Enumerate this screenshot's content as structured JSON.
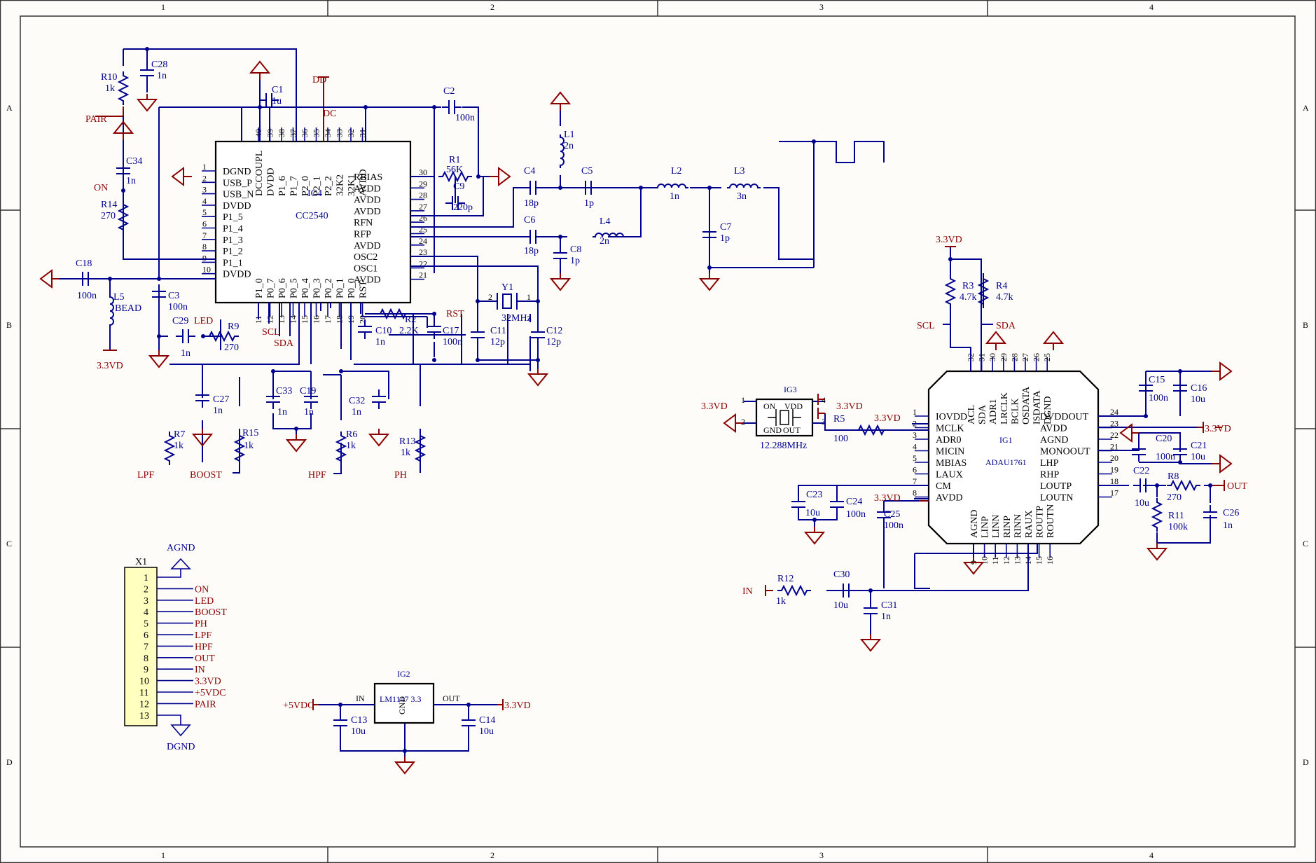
{
  "frame": {
    "columns": [
      "1",
      "2",
      "3",
      "4"
    ],
    "rows": [
      "A",
      "B",
      "C",
      "D"
    ]
  },
  "ic4": {
    "ref": "IC4",
    "part": "CC2540",
    "left_pins": [
      {
        "num": "1",
        "name": "DGND"
      },
      {
        "num": "2",
        "name": "USB_P"
      },
      {
        "num": "3",
        "name": "USB_N"
      },
      {
        "num": "4",
        "name": "DVDD"
      },
      {
        "num": "5",
        "name": "P1_5"
      },
      {
        "num": "6",
        "name": "P1_4"
      },
      {
        "num": "7",
        "name": "P1_3"
      },
      {
        "num": "8",
        "name": "P1_2"
      },
      {
        "num": "9",
        "name": "P1_1"
      },
      {
        "num": "10",
        "name": "DVDD"
      }
    ],
    "right_pins": [
      {
        "num": "30",
        "name": "RBIAS"
      },
      {
        "num": "29",
        "name": "AVDD"
      },
      {
        "num": "28",
        "name": "AVDD"
      },
      {
        "num": "27",
        "name": "AVDD"
      },
      {
        "num": "26",
        "name": "RFN"
      },
      {
        "num": "25",
        "name": "RFP"
      },
      {
        "num": "24",
        "name": "AVDD"
      },
      {
        "num": "23",
        "name": "OSC2"
      },
      {
        "num": "22",
        "name": "OSC1"
      },
      {
        "num": "21",
        "name": "AVDD"
      }
    ],
    "top_pins": [
      {
        "num": "40",
        "name": "DCCOUPL"
      },
      {
        "num": "39",
        "name": "DVDD"
      },
      {
        "num": "38",
        "name": "P1_6"
      },
      {
        "num": "37",
        "name": "P1_7"
      },
      {
        "num": "36",
        "name": "P2_0"
      },
      {
        "num": "35",
        "name": "P2_1"
      },
      {
        "num": "34",
        "name": "P2_2"
      },
      {
        "num": "33",
        "name": "32K2"
      },
      {
        "num": "32",
        "name": "32K1"
      },
      {
        "num": "31",
        "name": "AVDD"
      }
    ],
    "bottom_pins": [
      {
        "num": "11",
        "name": "P1_0"
      },
      {
        "num": "12",
        "name": "P0_7"
      },
      {
        "num": "13",
        "name": "P0_6"
      },
      {
        "num": "14",
        "name": "P0_5"
      },
      {
        "num": "15",
        "name": "P0_4"
      },
      {
        "num": "16",
        "name": "P0_3"
      },
      {
        "num": "17",
        "name": "P0_2"
      },
      {
        "num": "18",
        "name": "P0_1"
      },
      {
        "num": "19",
        "name": "P0_0"
      },
      {
        "num": "20",
        "name": "RST"
      }
    ]
  },
  "ic1": {
    "ref": "IG1",
    "part": "ADAU1761",
    "left_pins": [
      {
        "num": "1",
        "name": "IOVDD"
      },
      {
        "num": "2",
        "name": "MCLK"
      },
      {
        "num": "3",
        "name": "ADR0"
      },
      {
        "num": "4",
        "name": "MICIN"
      },
      {
        "num": "5",
        "name": "MBIAS"
      },
      {
        "num": "6",
        "name": "LAUX"
      },
      {
        "num": "7",
        "name": "CM"
      },
      {
        "num": "8",
        "name": "AVDD"
      }
    ],
    "right_pins": [
      {
        "num": "24",
        "name": "DVDDOUT"
      },
      {
        "num": "23",
        "name": "AVDD"
      },
      {
        "num": "22",
        "name": "AGND"
      },
      {
        "num": "21",
        "name": "MONOOUT"
      },
      {
        "num": "20",
        "name": "LHP"
      },
      {
        "num": "19",
        "name": "RHP"
      },
      {
        "num": "18",
        "name": "LOUTP"
      },
      {
        "num": "17",
        "name": "LOUTN"
      }
    ],
    "top_pins": [
      {
        "num": "32",
        "name": "ACL"
      },
      {
        "num": "31",
        "name": "SDA"
      },
      {
        "num": "30",
        "name": "ADR1"
      },
      {
        "num": "29",
        "name": "LRCLK"
      },
      {
        "num": "28",
        "name": "BCLK"
      },
      {
        "num": "27",
        "name": "OSDATA"
      },
      {
        "num": "26",
        "name": "ISDATA"
      },
      {
        "num": "25",
        "name": "DGND"
      }
    ],
    "bottom_pins": [
      {
        "num": "9",
        "name": "AGND"
      },
      {
        "num": "10",
        "name": "LINP"
      },
      {
        "num": "11",
        "name": "LINN"
      },
      {
        "num": "12",
        "name": "RINP"
      },
      {
        "num": "13",
        "name": "RINN"
      },
      {
        "num": "14",
        "name": "RAUX"
      },
      {
        "num": "15",
        "name": "ROUTP"
      },
      {
        "num": "16",
        "name": "ROUTN"
      }
    ]
  },
  "ic3": {
    "ref": "IG3",
    "freq": "12.288MHz",
    "on": "ON",
    "vdd": "VDD",
    "gnd": "GND",
    "out": "OUT",
    "p1": "1",
    "p2": "2",
    "p3": "3",
    "p4": "4"
  },
  "ic2": {
    "ref": "IG2",
    "part": "LM1147 3.3",
    "in": "IN",
    "out": "OUT",
    "gnd": "GND"
  },
  "x1": {
    "ref": "X1",
    "agnd": "AGND",
    "dgnd": "DGND",
    "pins": [
      "1",
      "2",
      "3",
      "4",
      "5",
      "6",
      "7",
      "8",
      "9",
      "10",
      "11",
      "12",
      "13"
    ],
    "nets": [
      "",
      "ON",
      "LED",
      "BOOST",
      "PH",
      "LPF",
      "HPF",
      "OUT",
      "IN",
      "3.3VD",
      "+5VDC",
      "PAIR",
      ""
    ]
  },
  "components": [
    {
      "ref": "R10",
      "val": "1k"
    },
    {
      "ref": "C28",
      "val": "1n"
    },
    {
      "ref": "C1",
      "val": "1u"
    },
    {
      "ref": "C2",
      "val": "100n"
    },
    {
      "ref": "R1",
      "val": "56K"
    },
    {
      "ref": "C9",
      "val": "220p"
    },
    {
      "ref": "C34",
      "val": "1n"
    },
    {
      "ref": "R14",
      "val": "270"
    },
    {
      "ref": "C18",
      "val": "100n"
    },
    {
      "ref": "L5",
      "val": "BEAD"
    },
    {
      "ref": "C3",
      "val": "100n"
    },
    {
      "ref": "C29",
      "val": "1n"
    },
    {
      "ref": "R9",
      "val": "270"
    },
    {
      "ref": "C27",
      "val": "1n"
    },
    {
      "ref": "C33",
      "val": "1n"
    },
    {
      "ref": "C19",
      "val": "1n"
    },
    {
      "ref": "C32",
      "val": "1n"
    },
    {
      "ref": "R7",
      "val": "1k"
    },
    {
      "ref": "R15",
      "val": "1k"
    },
    {
      "ref": "R6",
      "val": "1k"
    },
    {
      "ref": "R13",
      "val": "1k"
    },
    {
      "ref": "C10",
      "val": "1n"
    },
    {
      "ref": "R2",
      "val": "2.2K"
    },
    {
      "ref": "C17",
      "val": "100n"
    },
    {
      "ref": "C11",
      "val": "12p"
    },
    {
      "ref": "C12",
      "val": "12p"
    },
    {
      "ref": "Y1",
      "val": "32MHz"
    },
    {
      "ref": "C4",
      "val": "18p"
    },
    {
      "ref": "C5",
      "val": "1p"
    },
    {
      "ref": "C6",
      "val": "18p"
    },
    {
      "ref": "C8",
      "val": "1p"
    },
    {
      "ref": "L1",
      "val": "2n"
    },
    {
      "ref": "L4",
      "val": "2n"
    },
    {
      "ref": "L2",
      "val": "1n"
    },
    {
      "ref": "L3",
      "val": "3n"
    },
    {
      "ref": "C7",
      "val": "1p"
    },
    {
      "ref": "R3",
      "val": "4.7k"
    },
    {
      "ref": "R4",
      "val": "4.7k"
    },
    {
      "ref": "R5",
      "val": "100"
    },
    {
      "ref": "C23",
      "val": "10u"
    },
    {
      "ref": "C24",
      "val": "100n"
    },
    {
      "ref": "C25",
      "val": "100n"
    },
    {
      "ref": "C15",
      "val": "100n"
    },
    {
      "ref": "C16",
      "val": "10u"
    },
    {
      "ref": "C20",
      "val": "100n"
    },
    {
      "ref": "C21",
      "val": "10u"
    },
    {
      "ref": "C22",
      "val": "10u"
    },
    {
      "ref": "R8",
      "val": "270"
    },
    {
      "ref": "R11",
      "val": "100k"
    },
    {
      "ref": "C26",
      "val": "1n"
    },
    {
      "ref": "R12",
      "val": "1k"
    },
    {
      "ref": "C30",
      "val": "10u"
    },
    {
      "ref": "C31",
      "val": "1n"
    },
    {
      "ref": "C13",
      "val": "10u"
    },
    {
      "ref": "C14",
      "val": "10u"
    }
  ],
  "nets": {
    "dd": "DD",
    "dc": "DC",
    "pair": "PAIR",
    "on": "ON",
    "v33": "3.3VD",
    "led": "LED",
    "scl": "SCL",
    "sda": "SDA",
    "rst": "RST",
    "lpf": "LPF",
    "boost": "BOOST",
    "hpf": "HPF",
    "ph": "PH",
    "in": "IN",
    "out": "OUT",
    "v5": "+5VDC"
  },
  "y1_pins": {
    "p1": "1",
    "p2": "2"
  }
}
